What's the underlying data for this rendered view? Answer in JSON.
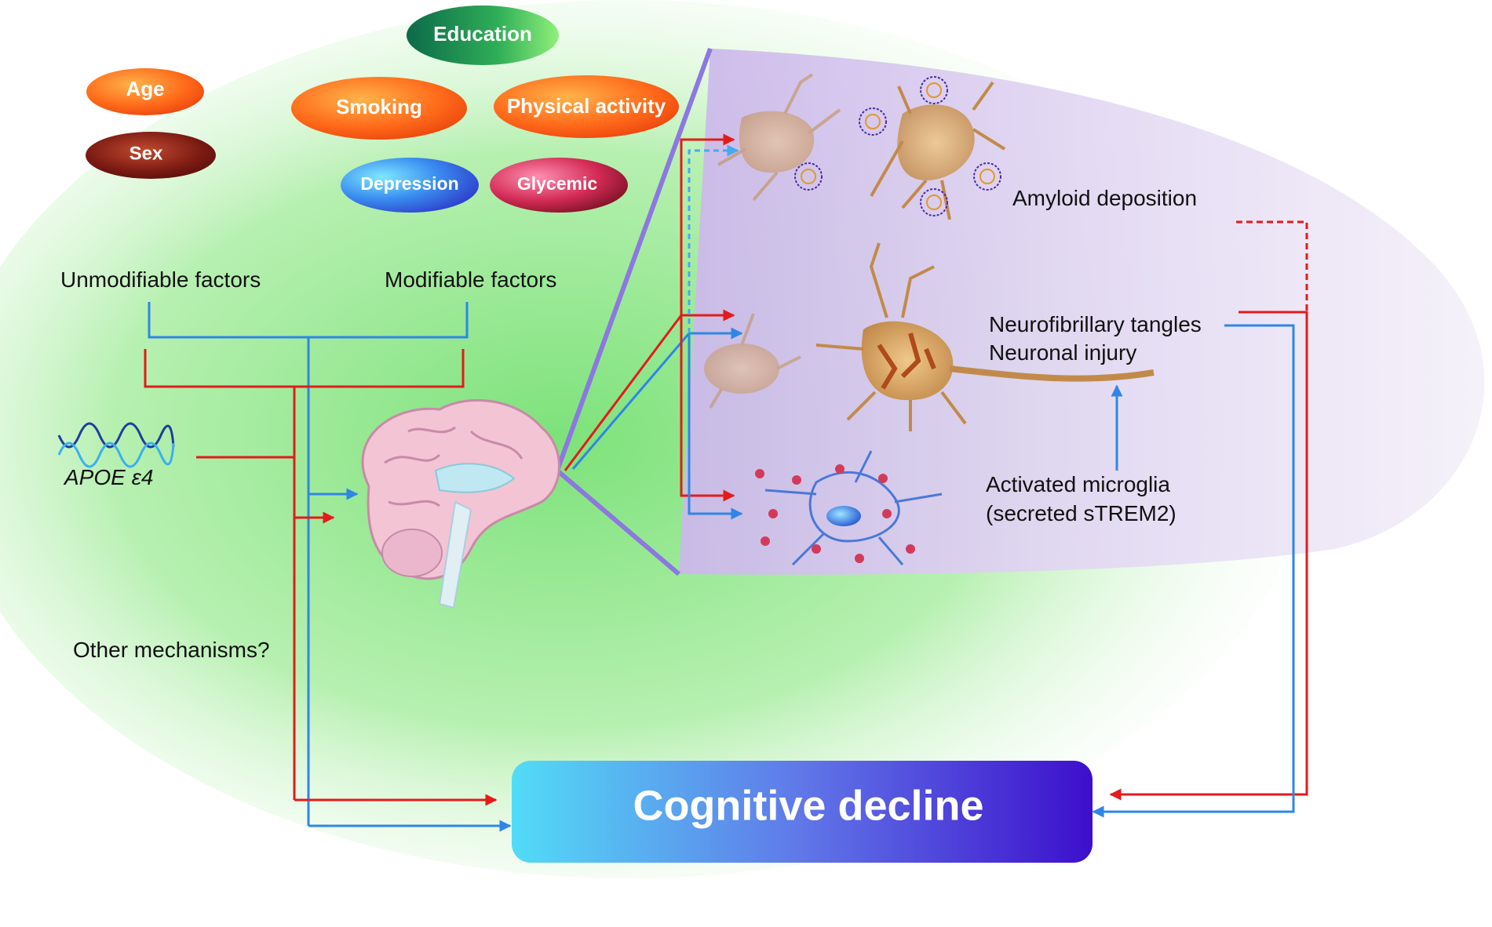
{
  "factors": {
    "age": "Age",
    "sex": "Sex",
    "education": "Education",
    "smoking": "Smoking",
    "physical_activity": "Physical activity",
    "depression": "Depression",
    "glycemic": "Glycemic"
  },
  "labels": {
    "unmodifiable": "Unmodifiable factors",
    "modifiable": "Modifiable factors",
    "apoe": "APOE ε4",
    "other_mechanisms": "Other mechanisms?",
    "amyloid": "Amyloid deposition",
    "tangles": "Neurofibrillary tangles",
    "neuronal_injury": "Neuronal injury",
    "microglia_1": "Activated microglia",
    "microglia_2": "(secreted sTREM2)"
  },
  "outcome": {
    "title": "Cognitive decline"
  },
  "colors": {
    "red_path": "#e31b1b",
    "blue_path": "#2f86e6",
    "outcome_left": "#4fd8f5",
    "outcome_right": "#3f10cf",
    "panel": "#ded2ef",
    "background_glow": "#8ee88a"
  },
  "icons": {
    "dna": "dna-helix-icon",
    "brain": "brain-sagittal-icon",
    "neuron": "neuron-icon",
    "microglia": "microglia-icon",
    "amyloid": "amyloid-plaque-icon"
  }
}
